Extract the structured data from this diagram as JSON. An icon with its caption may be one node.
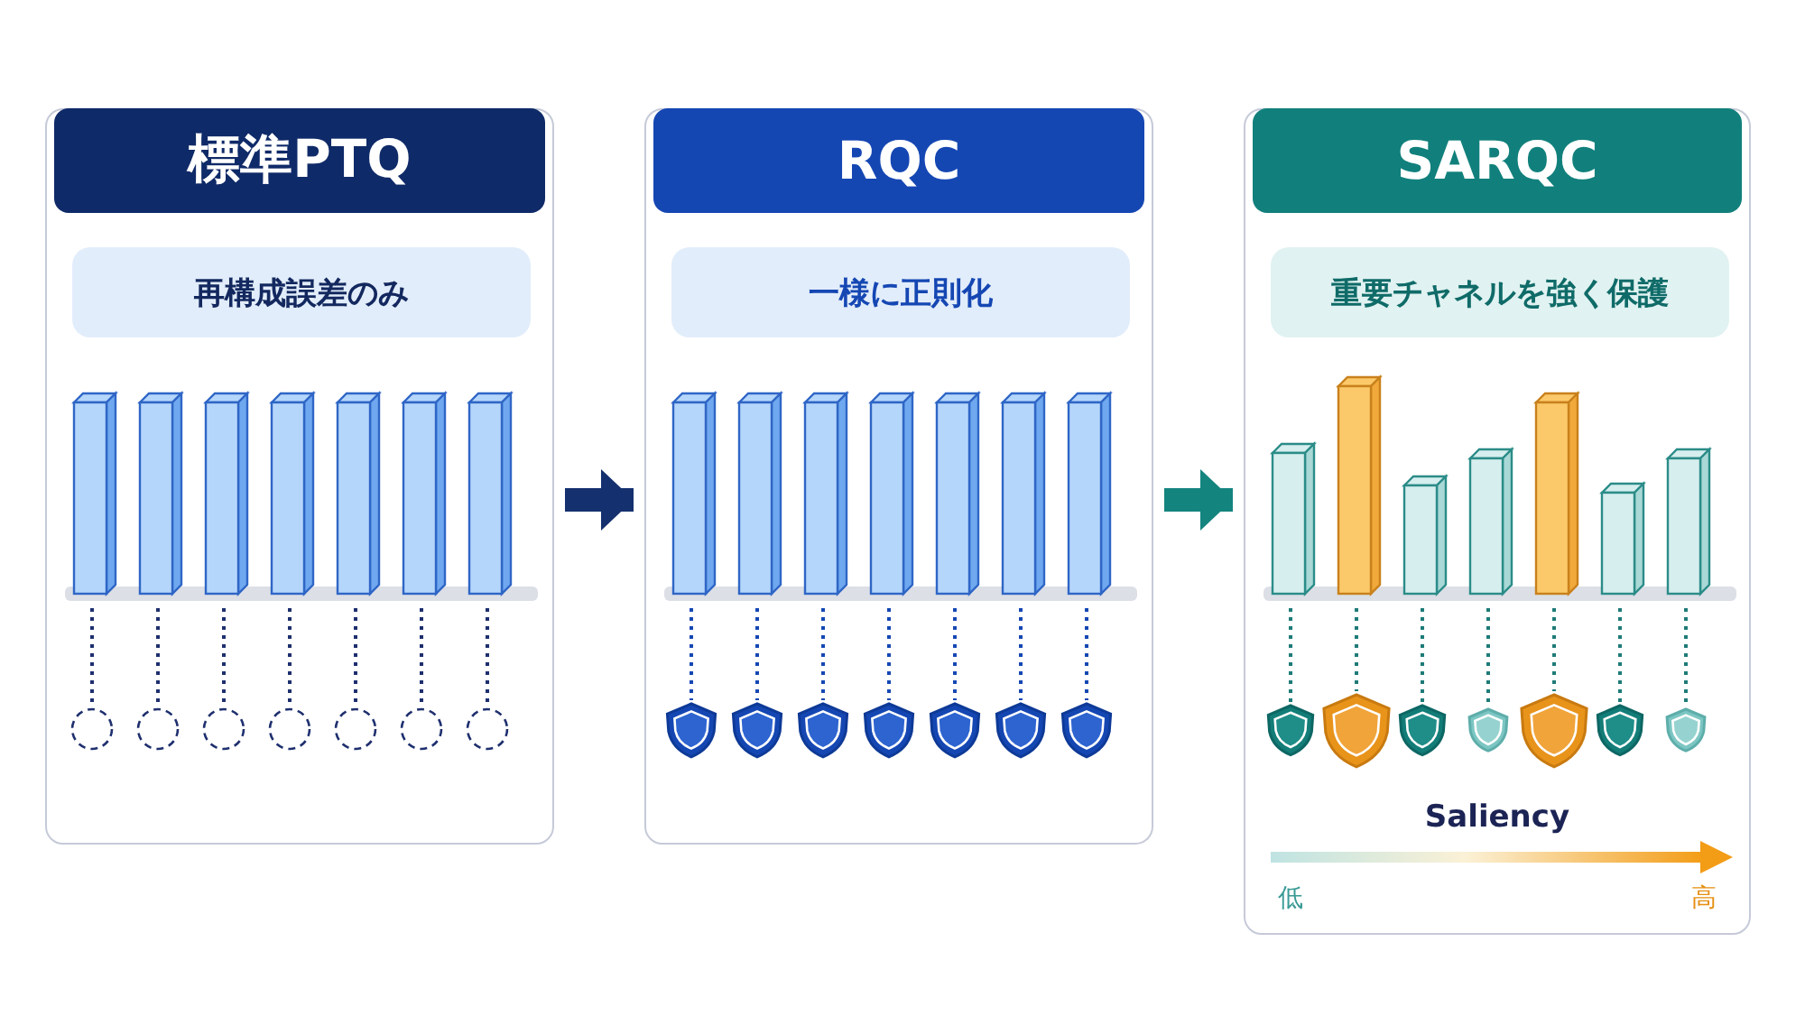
{
  "diagram": {
    "nodes": [
      {
        "text": [
          "標準PTQ"
        ]
      },
      {
        "text": [
          "再構成誤差のみ"
        ],
        "in": 0
      },
      {
        "text": [
          "RQC"
        ]
      },
      {
        "text": [
          "一様に正則化"
        ],
        "in": 2
      },
      {
        "text": [
          "SARQC"
        ]
      },
      {
        "text": [
          "重要チャネルを強く保護"
        ],
        "in": 4
      }
    ],
    "edges": [
      {
        "from": 0,
        "to": 2,
        "arrow": "to",
        "color": "#14306e"
      },
      {
        "from": 2,
        "to": 4,
        "arrow": "to",
        "color": "#14847f"
      }
    ],
    "labels": [
      "Saliency",
      "低",
      "高"
    ]
  }
}
